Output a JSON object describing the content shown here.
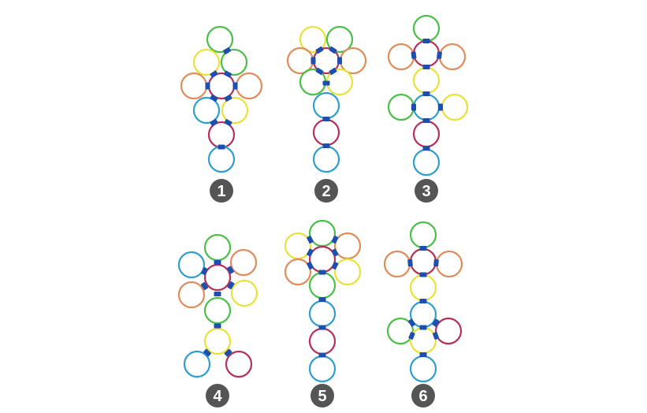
{
  "palette": {
    "green": "#4cbf4a",
    "yellow": "#e8e33a",
    "orange": "#e08c5c",
    "blue": "#2f9fcf",
    "crimson": "#b5315a",
    "connector": "#1f4fae",
    "badge": "#555555",
    "badge_text": "#ffffff"
  },
  "diagrams": [
    {
      "number": "1",
      "rings": [
        "green",
        "yellow",
        "green",
        "orange",
        "crimson",
        "orange",
        "blue",
        "yellow",
        "crimson",
        "blue"
      ]
    },
    {
      "number": "2",
      "rings": [
        "yellow",
        "green",
        "orange",
        "crimson",
        "orange",
        "green",
        "yellow",
        "blue",
        "crimson",
        "blue"
      ]
    },
    {
      "number": "3",
      "rings": [
        "green",
        "orange",
        "crimson",
        "orange",
        "yellow",
        "green",
        "blue",
        "yellow",
        "crimson",
        "blue"
      ]
    },
    {
      "number": "4",
      "rings": [
        "blue",
        "green",
        "orange",
        "orange",
        "crimson",
        "yellow",
        "green",
        "yellow",
        "blue",
        "crimson"
      ]
    },
    {
      "number": "5",
      "rings": [
        "green",
        "yellow",
        "orange",
        "crimson",
        "orange",
        "yellow",
        "green",
        "blue",
        "crimson",
        "blue"
      ]
    },
    {
      "number": "6",
      "rings": [
        "green",
        "orange",
        "crimson",
        "orange",
        "yellow",
        "blue",
        "green",
        "yellow",
        "crimson",
        "blue"
      ]
    }
  ]
}
